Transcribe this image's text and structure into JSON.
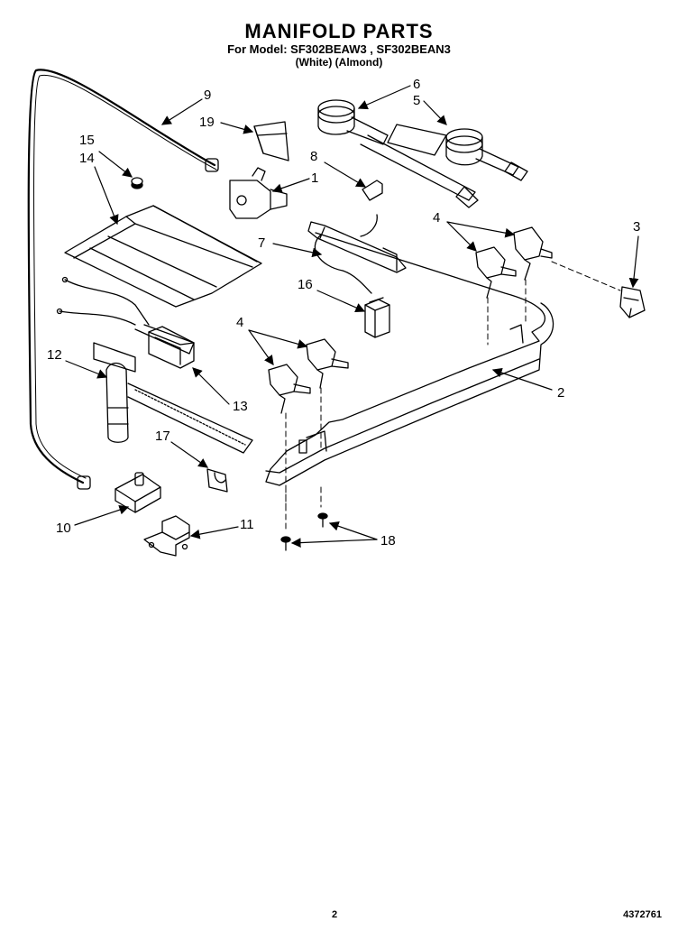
{
  "header": {
    "title": "MANIFOLD PARTS",
    "model_line": "For Model: SF302BEAW3 , SF302BEAN3",
    "variant_line": "(White)    (Almond)"
  },
  "callouts": [
    {
      "id": "c9",
      "label": "9"
    },
    {
      "id": "c19",
      "label": "19"
    },
    {
      "id": "c6",
      "label": "6"
    },
    {
      "id": "c5",
      "label": "5"
    },
    {
      "id": "c15",
      "label": "15"
    },
    {
      "id": "c14",
      "label": "14"
    },
    {
      "id": "c8",
      "label": "8"
    },
    {
      "id": "c1",
      "label": "1"
    },
    {
      "id": "c4a",
      "label": "4"
    },
    {
      "id": "c3",
      "label": "3"
    },
    {
      "id": "c7",
      "label": "7"
    },
    {
      "id": "c16",
      "label": "16"
    },
    {
      "id": "c4b",
      "label": "4"
    },
    {
      "id": "c12",
      "label": "12"
    },
    {
      "id": "c13",
      "label": "13"
    },
    {
      "id": "c2",
      "label": "2"
    },
    {
      "id": "c17",
      "label": "17"
    },
    {
      "id": "c10",
      "label": "10"
    },
    {
      "id": "c11",
      "label": "11"
    },
    {
      "id": "c18",
      "label": "18"
    }
  ],
  "footer": {
    "page_number": "2",
    "document_number": "4372761"
  }
}
